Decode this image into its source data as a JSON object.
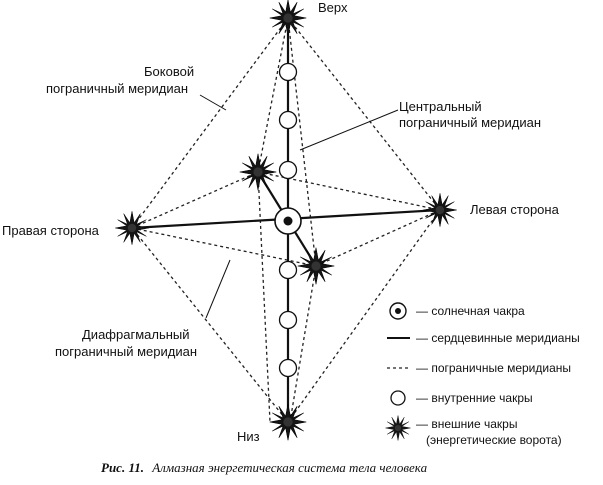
{
  "labels": {
    "top": "Верх",
    "bottom": "Низ",
    "right_side": "Правая сторона",
    "left_side": "Левая сторона",
    "lateral_line1": "Боковой",
    "lateral_line2": "пограничный меридиан",
    "central_line1": "Центральный",
    "central_line2": "пограничный меридиан",
    "diaphragm_line1": "Диафрагмальный",
    "diaphragm_line2": "пограничный меридиан"
  },
  "legend": {
    "solar": "— солнечная чакра",
    "heart": "— сердцевинные меридианы",
    "boundary": "— пограничные меридианы",
    "inner": "— внутренние чакры",
    "outer_line1": "— внешние чакры",
    "outer_line2": "(энергетические ворота)"
  },
  "caption": {
    "number": "Рис. 11.",
    "text": "Алмазная энергетическая система тела человека"
  },
  "icons": {
    "outer_chakra": "star-burst-icon",
    "inner_chakra": "circle-icon",
    "solar_chakra": "dotted-circle-icon"
  }
}
